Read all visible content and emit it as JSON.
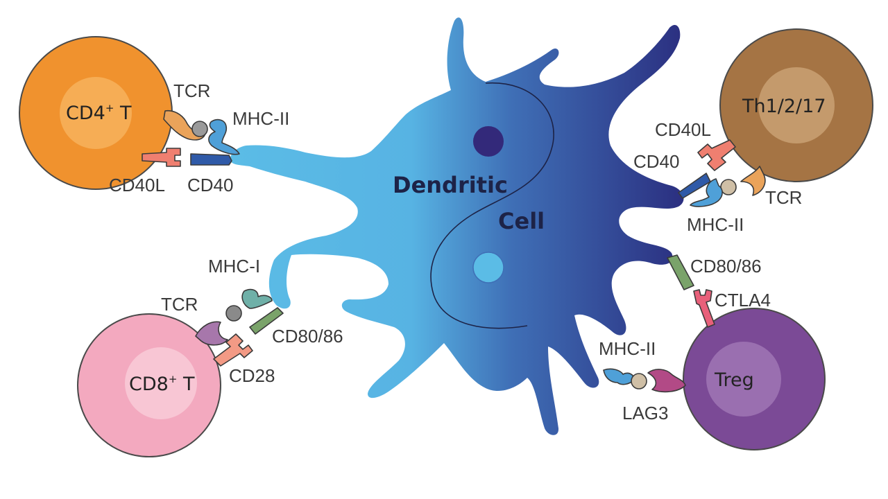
{
  "dendritic_cell": {
    "line1": "Dendritic",
    "line2": "Cell",
    "colors": {
      "light": "#5bbce6",
      "dark": "#2b2f80",
      "nucleus_dark": "#33297a",
      "nucleus_light": "#5bbce6"
    }
  },
  "cells": {
    "cd4": {
      "main": "CD4",
      "sup": "+",
      "suffix": " T",
      "color": "#f0922e",
      "inner": "#f6ad55"
    },
    "th": {
      "label": "Th1/2/17",
      "color": "#a57444",
      "inner": "#c49a6c"
    },
    "cd8": {
      "main": "CD8",
      "sup": "+",
      "suffix": " T",
      "color": "#f3a9bf",
      "inner": "#f8c6d4"
    },
    "treg": {
      "label": "Treg",
      "color": "#7b4a96",
      "inner": "#9a6fb0"
    }
  },
  "labels": {
    "cd4_tcr": "TCR",
    "cd4_mhc2": "MHC-II",
    "cd4_cd40l": "CD40L",
    "cd4_cd40": "CD40",
    "th_cd40l": "CD40L",
    "th_cd40": "CD40",
    "th_tcr": "TCR",
    "th_mhc2": "MHC-II",
    "cd8_mhc1": "MHC-I",
    "cd8_tcr": "TCR",
    "cd8_cd8086": "CD80/86",
    "cd8_cd28": "CD28",
    "treg_cd8086": "CD80/86",
    "treg_ctla4": "CTLA4",
    "treg_mhc2": "MHC-II",
    "treg_lag3": "LAG3"
  }
}
